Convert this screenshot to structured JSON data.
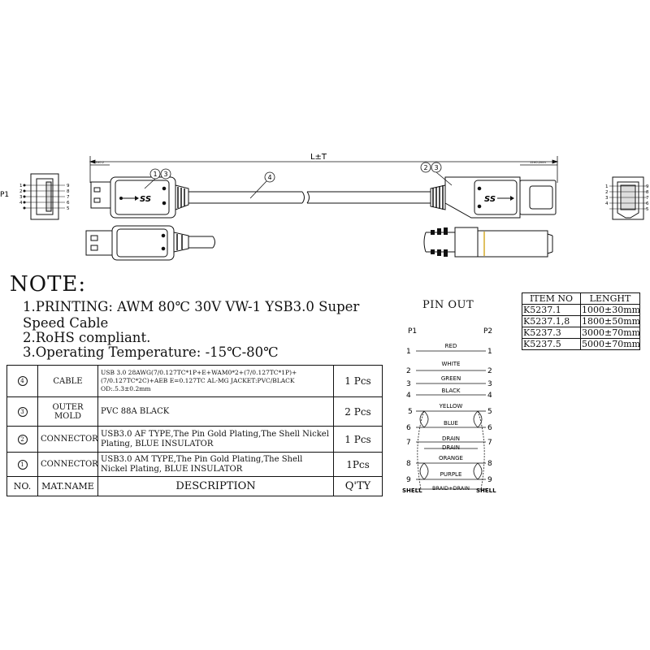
{
  "drawing": {
    "length_label": "L±T",
    "dim_left": "13±0.2",
    "dim_right": "15±0.2mm",
    "callout_left_a": "1",
    "callout_left_b": "3",
    "callout_cable": "4",
    "callout_right_a": "2",
    "callout_right_b": "3",
    "ss_logo": "SS",
    "p1_label": "P1",
    "pin_numbers_left": [
      "1",
      "2",
      "3",
      "4",
      "5",
      "6",
      "7",
      "8",
      "9"
    ],
    "pin_numbers_right": [
      "1",
      "2",
      "3",
      "4",
      "5",
      "6",
      "7",
      "8",
      "9"
    ]
  },
  "notes": {
    "title": "NOTE:",
    "line1": "1.PRINTING: AWM 80℃ 30V VW-1  YSB3.0 Super",
    "line1b": "Speed Cable",
    "line2": "2.RoHS compliant.",
    "line3": "3.Operating Temperature: -15℃-80℃"
  },
  "pinout": {
    "title": "PIN OUT",
    "p1": "P1",
    "p2": "P2",
    "shell_left": "SHELL",
    "shell_right": "SHELL",
    "rows": [
      {
        "l": "1",
        "r": "1",
        "color": "RED"
      },
      {
        "l": "2",
        "r": "2",
        "color": "WHITE"
      },
      {
        "l": "3",
        "r": "3",
        "color": "GREEN"
      },
      {
        "l": "4",
        "r": "4",
        "color": "BLACK"
      },
      {
        "l": "5",
        "r": "5",
        "color": "YELLOW"
      },
      {
        "l": "6",
        "r": "6",
        "color": "BLUE"
      },
      {
        "l": "7",
        "r": "7",
        "color": "DRAIN"
      },
      {
        "l": "",
        "r": "",
        "color": "DRAIN"
      },
      {
        "l": "8",
        "r": "8",
        "color": "ORANGE"
      },
      {
        "l": "9",
        "r": "9",
        "color": "PURPLE"
      }
    ],
    "braid": "BRAID+DRAIN"
  },
  "items_table": {
    "headers": [
      "ITEM NO",
      "LENGHT"
    ],
    "rows": [
      [
        "K5237.1",
        "1000±30mm"
      ],
      [
        "K5237.1,8",
        "1800±50mm"
      ],
      [
        "K5237.3",
        "3000±70mm"
      ],
      [
        "K5237.5",
        "5000±70mm"
      ]
    ]
  },
  "bom": {
    "headers": {
      "no": "NO.",
      "name": "MAT.NAME",
      "desc": "DESCRIPTION",
      "qty": "Q'TY"
    },
    "rows": [
      {
        "no": "4",
        "name": "CABLE",
        "desc": "USB 3.0 28AWG(7/0.127TC*1P+E+WAM0*2+(7/0.127TC*1P)+(7/0.127TC*2C)+AEB E=0.127TC AL-MG JACKET:PVC/BLACK OD:.5.3±0.2mm",
        "qty": "1 Pcs"
      },
      {
        "no": "3",
        "name": "OUTER MOLD",
        "desc": "PVC  88A BLACK",
        "qty": "2 Pcs"
      },
      {
        "no": "2",
        "name": "CONNECTOR",
        "desc": "USB3.0 AF TYPE,The Pin Gold Plating,The Shell Nickel Plating, BLUE INSULATOR",
        "qty": "1 Pcs"
      },
      {
        "no": "1",
        "name": "CONNECTOR",
        "desc": "USB3.0 AM TYPE,The Pin Gold Plating,The Shell Nickel Plating, BLUE INSULATOR",
        "qty": "1Pcs"
      }
    ]
  }
}
